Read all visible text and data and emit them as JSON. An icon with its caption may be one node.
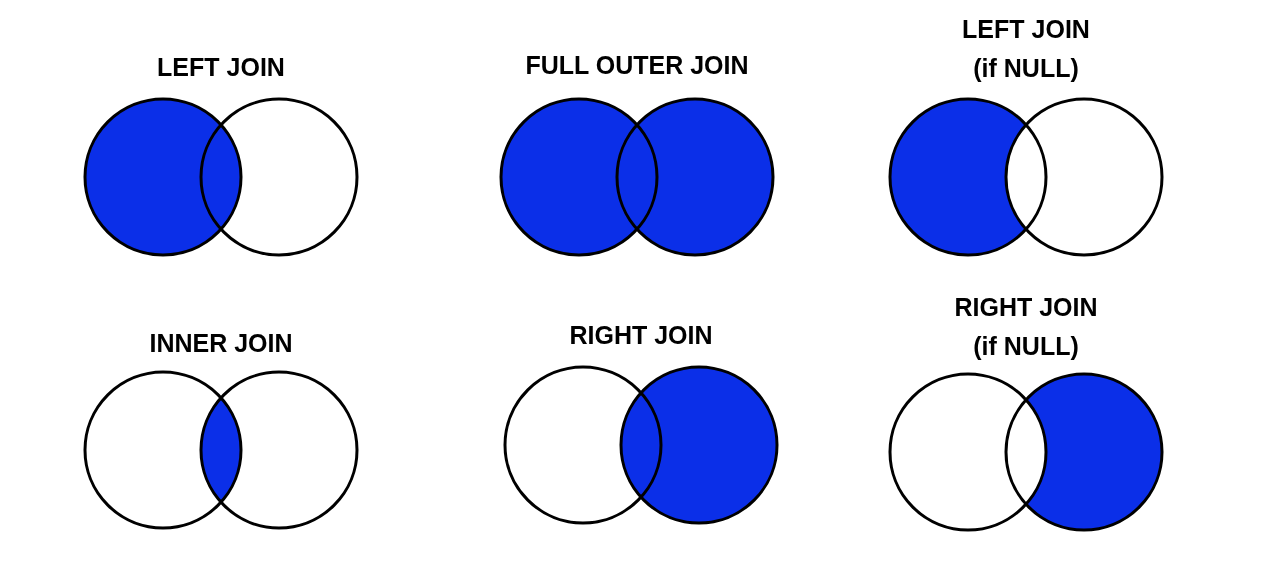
{
  "diagram": {
    "nodes": [
      {
        "text": [
          "LEFT JOIN"
        ]
      },
      {
        "text": [
          "FULL OUTER JOIN"
        ]
      },
      {
        "text": [
          "LEFT JOIN (if NULL)"
        ]
      },
      {
        "text": [
          "INNER JOIN"
        ]
      },
      {
        "text": [
          "RIGHT JOIN"
        ]
      },
      {
        "text": [
          "RIGHT JOIN (if NULL)"
        ]
      }
    ]
  }
}
